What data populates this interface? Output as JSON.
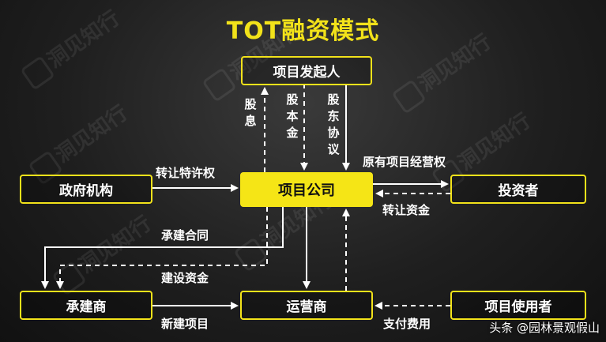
{
  "title": "TOT融资模式",
  "nodes": {
    "sponsor": "项目发起人",
    "company": "项目公司",
    "government": "政府机构",
    "investor": "投资者",
    "contractor": "承建商",
    "operator": "运营商",
    "user": "项目使用者"
  },
  "edges": {
    "dividend": "股息",
    "equity_capital": "股本金",
    "shareholder_agreement": "股东协议",
    "transfer_franchise": "转让特许权",
    "original_operating_right": "原有项目经营权",
    "transfer_funds": "转让资金",
    "construction_contract": "承建合同",
    "construction_funds": "建设资金",
    "new_project": "新建项目",
    "payment": "支付费用"
  },
  "watermark": "洞见知行",
  "credit": "头条 @园林景观假山",
  "colors": {
    "accent": "#f2e21a",
    "background": "#1f1f1f",
    "text": "#ffffff"
  }
}
